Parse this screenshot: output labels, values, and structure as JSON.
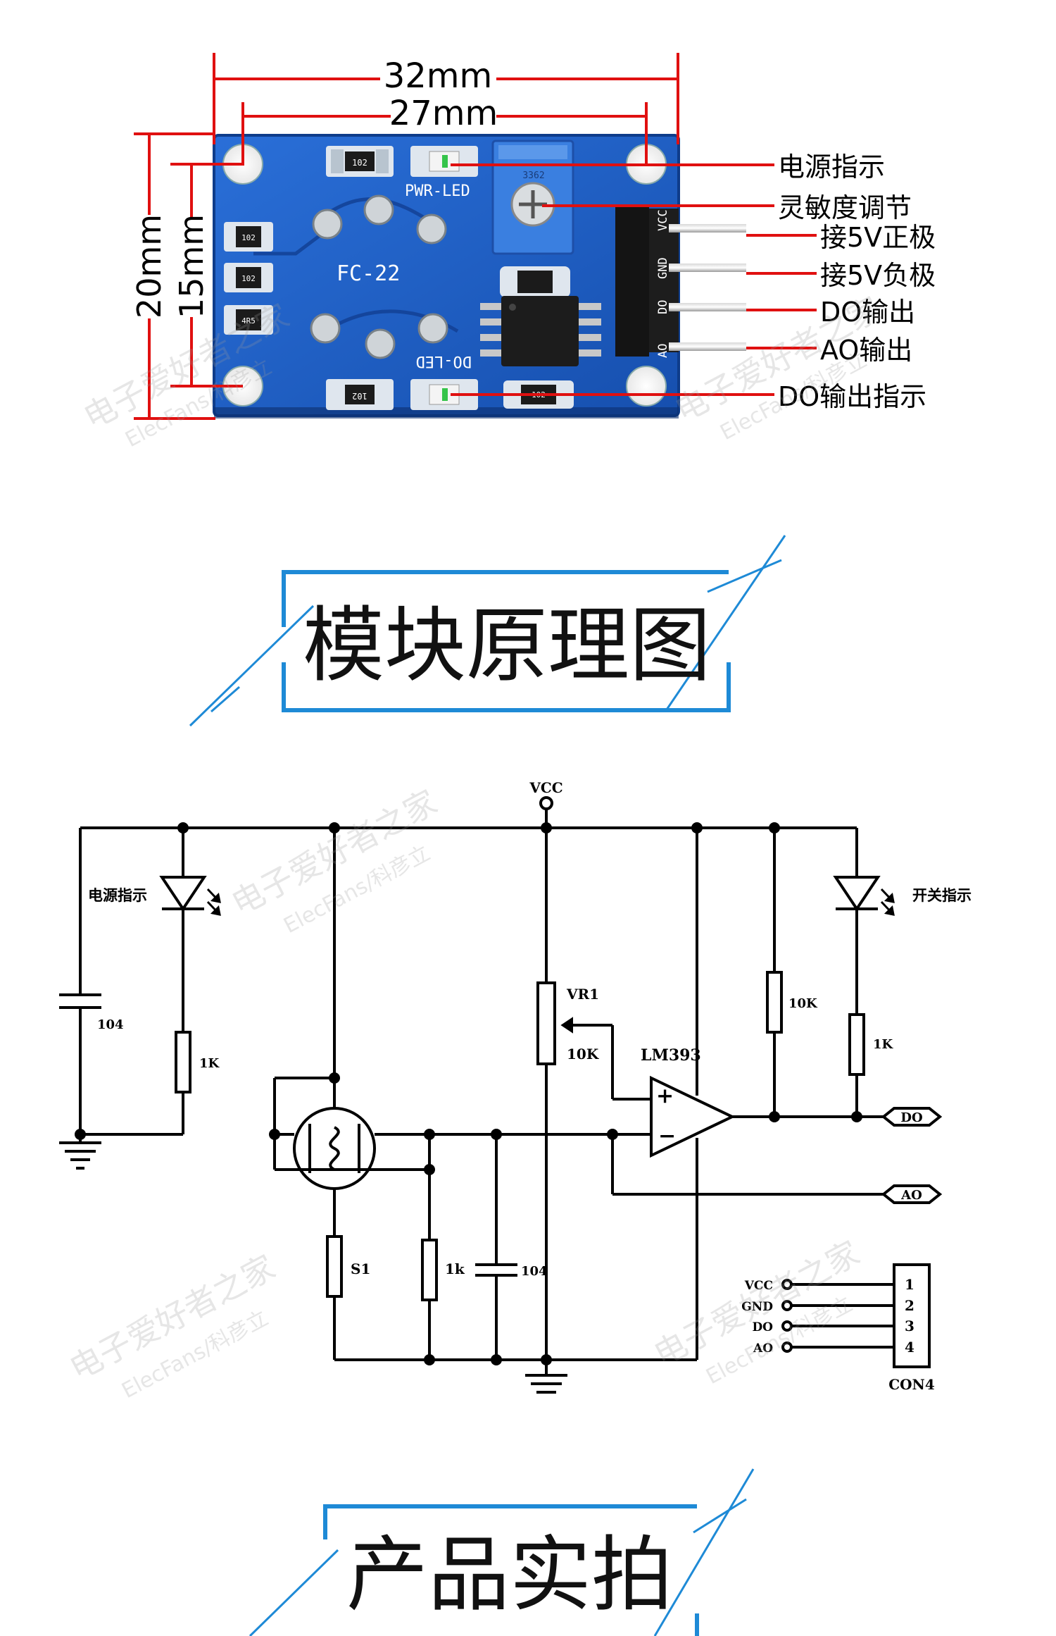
{
  "board": {
    "silk_model": "FC-22",
    "silk_pwr_led": "PWR-LED",
    "silk_do_led": "DO-LED",
    "pot_code": "3362",
    "pins": [
      "VCC",
      "GND",
      "DO",
      "AO"
    ],
    "resistor_codes": [
      "102",
      "102",
      "102",
      "102",
      "4R5",
      "102"
    ]
  },
  "dimensions": {
    "outer_width": "32mm",
    "inner_width": "27mm",
    "outer_height": "20mm",
    "inner_height": "15mm"
  },
  "callouts": [
    "电源指示",
    "灵敏度调节",
    "接5V正极",
    "接5V负极",
    "DO输出",
    "AO输出",
    "DO输出指示"
  ],
  "sections": {
    "schematic_title": "模块原理图",
    "photo_title": "产品实拍"
  },
  "schematic": {
    "vcc": "VCC",
    "power_led_label": "电源指示",
    "switch_led_label": "开关指示",
    "cap_left": "104",
    "res_left": "1K",
    "vr_name": "VR1",
    "vr_value": "10K",
    "ic": "LM393",
    "pullup": "10K",
    "res_right": "1K",
    "sensor": "S1",
    "res_load": "1k",
    "cap_load": "104",
    "out_do": "DO",
    "out_ao": "AO",
    "connector": {
      "name": "CON4",
      "pins": [
        {
          "label": "VCC",
          "num": "1"
        },
        {
          "label": "GND",
          "num": "2"
        },
        {
          "label": "DO",
          "num": "3"
        },
        {
          "label": "AO",
          "num": "4"
        }
      ]
    }
  },
  "watermark": {
    "cn": "电子爱好者之家",
    "en": "ElecFans/科彦立"
  },
  "colors": {
    "pcb": "#1f5fc8",
    "pcb_dark": "#123f94",
    "dimension_red": "#e01010",
    "frame_blue": "#1e8ad6",
    "pot_blue": "#3a7fe0"
  }
}
